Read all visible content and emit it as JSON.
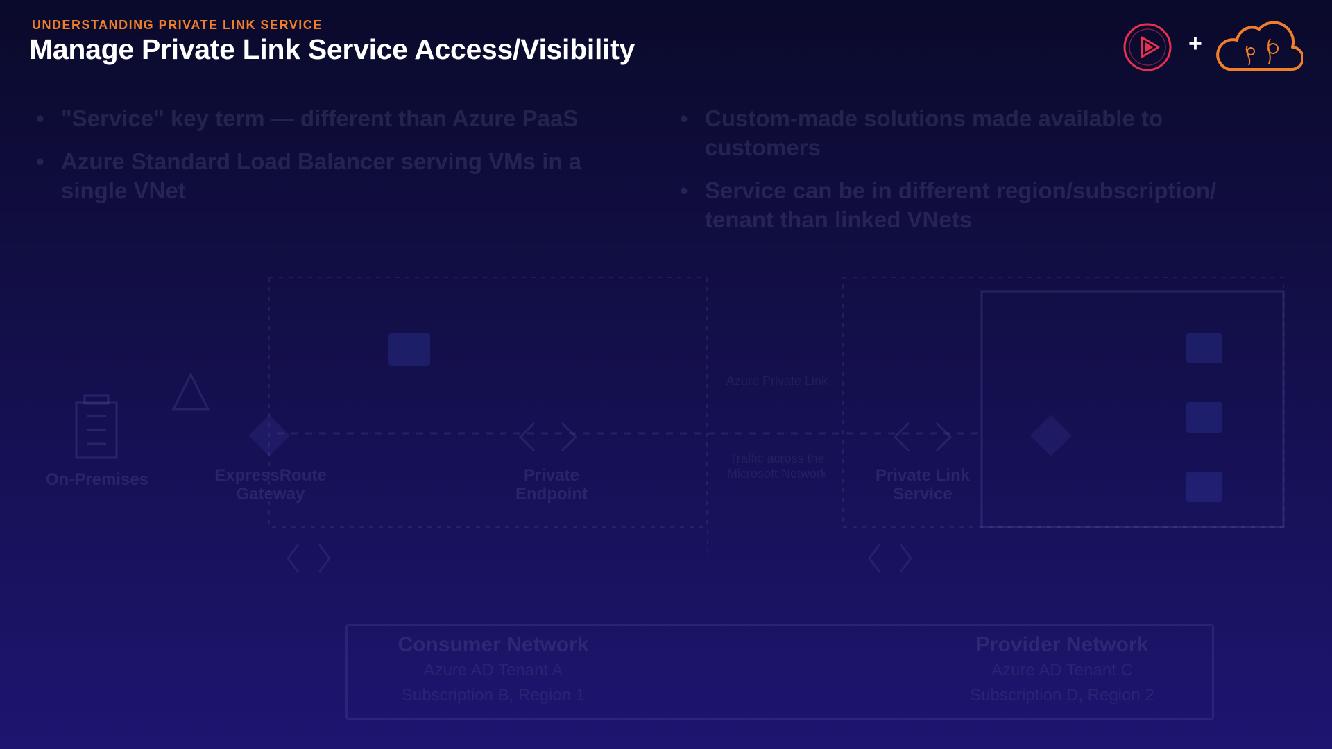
{
  "header": {
    "eyebrow": "UNDERSTANDING PRIVATE LINK SERVICE",
    "title": "Manage Private Link Service Access/Visibility",
    "plus": "+"
  },
  "bullets_left": [
    "\"Service\" key term — different than Azure PaaS",
    "Azure Standard Load Balancer serving VMs in a single VNet"
  ],
  "bullets_right": [
    "Custom-made solutions made available to customers",
    "Service can be in different region/subscription/ tenant than linked VNets"
  ],
  "diagram": {
    "on_premises": "On-Premises",
    "expressroute_gateway": "ExpressRoute Gateway",
    "private_endpoint": "Private Endpoint",
    "private_link_service": "Private Link Service",
    "middle_top": "Azure Private Link",
    "middle_bottom": "Traffic across the Microsoft Network"
  },
  "networks": {
    "consumer": {
      "name": "Consumer Network",
      "tenant": "Azure AD Tenant A",
      "sub": "Subscription B, Region 1"
    },
    "provider": {
      "name": "Provider Network",
      "tenant": "Azure AD Tenant C",
      "sub": "Subscription D, Region 2"
    }
  },
  "colors": {
    "accent": "#f07f2c",
    "brand_red": "#e8304f",
    "background_top": "#0a0a2b",
    "background_bottom": "#1d1570"
  }
}
